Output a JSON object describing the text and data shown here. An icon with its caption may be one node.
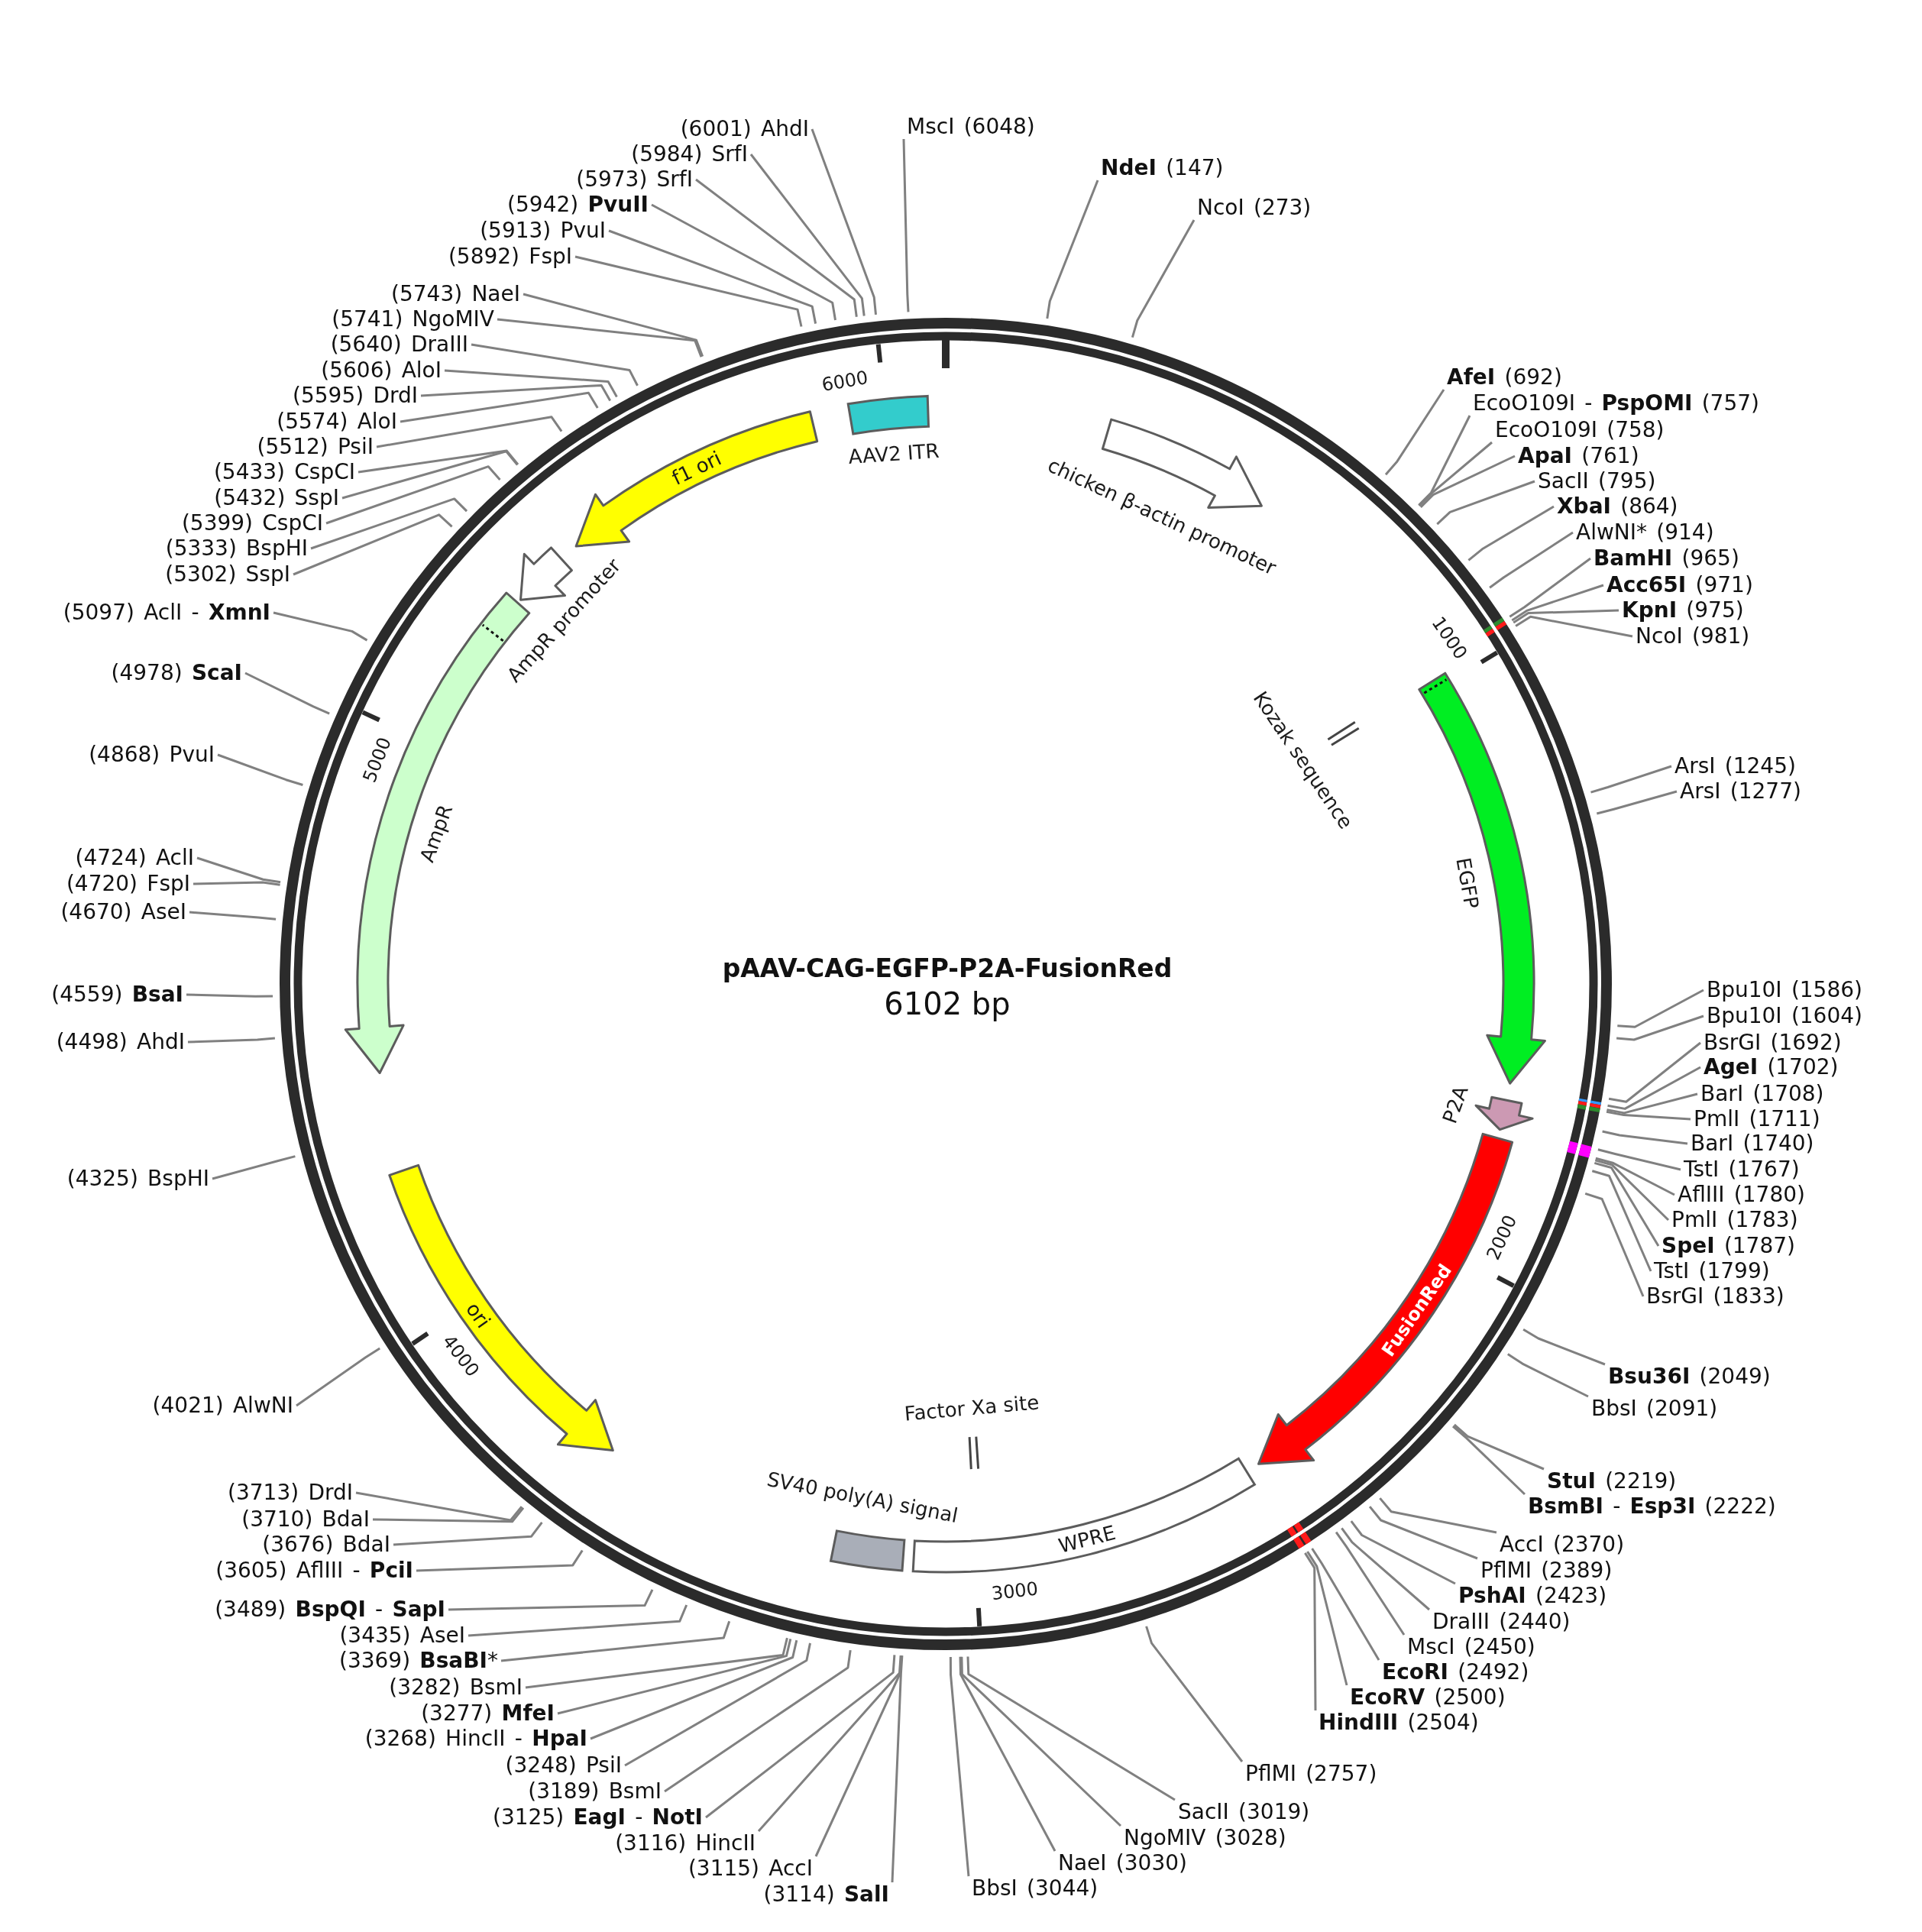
{
  "diagram": {
    "title": "pAAV-CAG-EGFP-P2A-FusionRed",
    "nodes": [
      {
        "text": [
          "**NdeI** (147)"
        ]
      },
      {
        "text": [
          "NcoI (273)"
        ]
      },
      {
        "text": [
          "**AfeI** (692)"
        ]
      },
      {
        "text": [
          "EcoO109I - **PspOMI** (757)"
        ]
      },
      {
        "text": [
          "EcoO109I (758)"
        ]
      },
      {
        "text": [
          "**ApaI** (761)"
        ]
      },
      {
        "text": [
          "SacII (795)"
        ]
      },
      {
        "text": [
          "**XbaI** (864)"
        ]
      },
      {
        "text": [
          "AlwNI* (914)"
        ]
      },
      {
        "text": [
          "**BamHI** (965)"
        ]
      },
      {
        "text": [
          "**Acc65I** (971)"
        ]
      },
      {
        "text": [
          "**KpnI** (975)"
        ]
      },
      {
        "text": [
          "NcoI (981)"
        ]
      },
      {
        "text": [
          "ArsI (1245)"
        ]
      },
      {
        "text": [
          "ArsI (1277)"
        ]
      },
      {
        "text": [
          "Bpu10I (1586)"
        ]
      },
      {
        "text": [
          "Bpu10I (1604)"
        ]
      },
      {
        "text": [
          "BsrGI (1692)"
        ]
      },
      {
        "text": [
          "**AgeI** (1702)"
        ]
      },
      {
        "text": [
          "BarI (1708)"
        ]
      },
      {
        "text": [
          "PmlI (1711)"
        ]
      },
      {
        "text": [
          "BarI (1740)"
        ]
      },
      {
        "text": [
          "TstI (1767)"
        ]
      },
      {
        "text": [
          "AflIII (1780)"
        ]
      },
      {
        "text": [
          "PmlI (1783)"
        ]
      },
      {
        "text": [
          "**SpeI** (1787)"
        ]
      },
      {
        "text": [
          "TstI (1799)"
        ]
      },
      {
        "text": [
          "BsrGI (1833)"
        ]
      },
      {
        "text": [
          "**Bsu36I** (2049)"
        ]
      },
      {
        "text": [
          "BbsI (2091)"
        ]
      },
      {
        "text": [
          "**StuI** (2219)"
        ]
      },
      {
        "text": [
          "**BsmBI** - **Esp3I** (2222)"
        ]
      },
      {
        "text": [
          "AccI (2370)"
        ]
      },
      {
        "text": [
          "PflMI (2389)"
        ]
      },
      {
        "text": [
          "**PshAI** (2423)"
        ]
      },
      {
        "text": [
          "DraIII (2440)"
        ]
      },
      {
        "text": [
          "MscI (2450)"
        ]
      },
      {
        "text": [
          "**EcoRI** (2492)"
        ]
      },
      {
        "text": [
          "**EcoRV** (2500)"
        ]
      },
      {
        "text": [
          "**HindIII** (2504)"
        ]
      },
      {
        "text": [
          "PflMI (2757)"
        ]
      },
      {
        "text": [
          "SacII (3019)"
        ]
      },
      {
        "text": [
          "NgoMIV (3028)"
        ]
      },
      {
        "text": [
          "NaeI (3030)"
        ]
      },
      {
        "text": [
          "BbsI (3044)"
        ]
      },
      {
        "text": [
          "(3114) **SalI**"
        ]
      },
      {
        "text": [
          "(3115) AccI"
        ]
      },
      {
        "text": [
          "(3116) HincII"
        ]
      },
      {
        "text": [
          "(3125) **EagI** - **NotI**"
        ]
      },
      {
        "text": [
          "(3189) BsmI"
        ]
      },
      {
        "text": [
          "(3248) PsiI"
        ]
      },
      {
        "text": [
          "(3268) HincII - **HpaI**"
        ]
      },
      {
        "text": [
          "(3277) **MfeI**"
        ]
      },
      {
        "text": [
          "(3282) BsmI"
        ]
      },
      {
        "text": [
          "(3369) **BsaBI***"
        ]
      },
      {
        "text": [
          "(3435) AseI"
        ]
      },
      {
        "text": [
          "(3489) **BspQI** - **SapI**"
        ]
      },
      {
        "text": [
          "(3605) AflIII - **PciI**"
        ]
      },
      {
        "text": [
          "(3676) BdaI"
        ]
      },
      {
        "text": [
          "(3710) BdaI"
        ]
      },
      {
        "text": [
          "(3713) DrdI"
        ]
      },
      {
        "text": [
          "(4021) AlwNI"
        ]
      },
      {
        "text": [
          "(4325) BspHI"
        ]
      },
      {
        "text": [
          "(4498) AhdI"
        ]
      },
      {
        "text": [
          "(4559) **BsaI**"
        ]
      },
      {
        "text": [
          "(4670) AseI"
        ]
      },
      {
        "text": [
          "(4720) FspI"
        ]
      },
      {
        "text": [
          "(4724) AclI"
        ]
      },
      {
        "text": [
          "(4868) PvuI"
        ]
      },
      {
        "text": [
          "(4978) **ScaI**"
        ]
      },
      {
        "text": [
          "(5097) AclI - **XmnI**"
        ]
      },
      {
        "text": [
          "(5302) SspI"
        ]
      },
      {
        "text": [
          "(5333) BspHI"
        ]
      },
      {
        "text": [
          "(5399) CspCI"
        ]
      },
      {
        "text": [
          "(5432) SspI"
        ]
      },
      {
        "text": [
          "(5433) CspCI"
        ]
      },
      {
        "text": [
          "(5512) PsiI"
        ]
      },
      {
        "text": [
          "(5574) AloI"
        ]
      },
      {
        "text": [
          "(5595) DrdI"
        ]
      },
      {
        "text": [
          "(5606) AloI"
        ]
      },
      {
        "text": [
          "(5640) DraIII"
        ]
      },
      {
        "text": [
          "(5741) NgoMIV"
        ]
      },
      {
        "text": [
          "(5743) NaeI"
        ]
      },
      {
        "text": [
          "(5892) FspI"
        ]
      },
      {
        "text": [
          "(5913) PvuI"
        ]
      },
      {
        "text": [
          "(5942) **PvuII**"
        ]
      },
      {
        "text": [
          "(5973) SrfI"
        ]
      },
      {
        "text": [
          "(5984) SrfI"
        ]
      },
      {
        "text": [
          "(6001) AhdI"
        ]
      },
      {
        "text": [
          "MscI (6048)"
        ]
      },
      {
        "text": [],
        "shape": "arrow",
        "beside": [
          "chicken β-actin promoter"
        ]
      },
      {
        "text": [],
        "shape": "bar",
        "beside": [
          "Kozak sequence"
        ]
      },
      {
        "text": [],
        "shape": "arrow",
        "beside": [
          "EGFP"
        ]
      },
      {
        "text": [],
        "shape": "arrow",
        "beside": [
          "P2A"
        ]
      },
      {
        "text": [
          "FusionRed"
        ]
      },
      {
        "text": [
          "WPRE"
        ]
      },
      {
        "text": [],
        "shape": "bar",
        "beside": [
          "Factor Xa site"
        ]
      },
      {
        "text": [],
        "shape": "box",
        "beside": [
          "SV40 poly(A) signal"
        ]
      },
      {
        "text": [
          "ori"
        ]
      },
      {
        "text": [],
        "shape": "arrow",
        "beside": [
          "AmpR"
        ]
      },
      {
        "text": [],
        "shape": "arrow",
        "beside": [
          "AmpR promoter"
        ]
      },
      {
        "text": [
          "f1 ori"
        ]
      },
      {
        "text": [],
        "shape": "box",
        "beside": [
          "AAV2 ITR"
        ]
      }
    ],
    "edges": [
      {
        "from": 0,
        "to": null,
        "arrow": "none"
      },
      {
        "from": 1,
        "to": null,
        "arrow": "none"
      },
      {
        "from": 2,
        "to": null,
        "arrow": "none"
      },
      {
        "from": 3,
        "to": null,
        "arrow": "none"
      },
      {
        "from": 4,
        "to": null,
        "arrow": "none"
      },
      {
        "from": 5,
        "to": null,
        "arrow": "none"
      },
      {
        "from": 6,
        "to": null,
        "arrow": "none"
      },
      {
        "from": 7,
        "to": null,
        "arrow": "none"
      },
      {
        "from": 8,
        "to": null,
        "arrow": "none"
      },
      {
        "from": 9,
        "to": null,
        "arrow": "none"
      },
      {
        "from": 10,
        "to": null,
        "arrow": "none"
      },
      {
        "from": 11,
        "to": null,
        "arrow": "none"
      },
      {
        "from": 12,
        "to": null,
        "arrow": "none"
      },
      {
        "from": 13,
        "to": null,
        "arrow": "none"
      },
      {
        "from": 14,
        "to": null,
        "arrow": "none"
      },
      {
        "from": 15,
        "to": null,
        "arrow": "none"
      },
      {
        "from": 16,
        "to": null,
        "arrow": "none"
      },
      {
        "from": 17,
        "to": null,
        "arrow": "none"
      },
      {
        "from": 18,
        "to": null,
        "arrow": "none"
      },
      {
        "from": 19,
        "to": null,
        "arrow": "none"
      },
      {
        "from": 20,
        "to": null,
        "arrow": "none"
      },
      {
        "from": 21,
        "to": null,
        "arrow": "none"
      },
      {
        "from": 22,
        "to": null,
        "arrow": "none"
      },
      {
        "from": 23,
        "to": null,
        "arrow": "none"
      },
      {
        "from": 24,
        "to": null,
        "arrow": "none"
      },
      {
        "from": 25,
        "to": null,
        "arrow": "none"
      },
      {
        "from": 26,
        "to": null,
        "arrow": "none"
      },
      {
        "from": 27,
        "to": null,
        "arrow": "none"
      },
      {
        "from": 28,
        "to": null,
        "arrow": "none"
      },
      {
        "from": 29,
        "to": null,
        "arrow": "none"
      },
      {
        "from": 30,
        "to": null,
        "arrow": "none"
      },
      {
        "from": 31,
        "to": null,
        "arrow": "none"
      },
      {
        "from": 32,
        "to": null,
        "arrow": "none"
      },
      {
        "from": 33,
        "to": null,
        "arrow": "none"
      },
      {
        "from": 34,
        "to": null,
        "arrow": "none"
      },
      {
        "from": 35,
        "to": null,
        "arrow": "none"
      },
      {
        "from": 36,
        "to": null,
        "arrow": "none"
      },
      {
        "from": 37,
        "to": null,
        "arrow": "none"
      },
      {
        "from": 38,
        "to": null,
        "arrow": "none"
      },
      {
        "from": 39,
        "to": null,
        "arrow": "none"
      },
      {
        "from": 40,
        "to": null,
        "arrow": "none"
      },
      {
        "from": 41,
        "to": null,
        "arrow": "none"
      },
      {
        "from": 42,
        "to": null,
        "arrow": "none"
      },
      {
        "from": 43,
        "to": null,
        "arrow": "none"
      },
      {
        "from": 44,
        "to": null,
        "arrow": "none"
      },
      {
        "from": 45,
        "to": null,
        "arrow": "none"
      },
      {
        "from": 46,
        "to": null,
        "arrow": "none"
      },
      {
        "from": 47,
        "to": null,
        "arrow": "none"
      },
      {
        "from": 48,
        "to": null,
        "arrow": "none"
      },
      {
        "from": 49,
        "to": null,
        "arrow": "none"
      },
      {
        "from": 50,
        "to": null,
        "arrow": "none"
      },
      {
        "from": 51,
        "to": null,
        "arrow": "none"
      },
      {
        "from": 52,
        "to": null,
        "arrow": "none"
      },
      {
        "from": 53,
        "to": null,
        "arrow": "none"
      },
      {
        "from": 54,
        "to": null,
        "arrow": "none"
      },
      {
        "from": 55,
        "to": null,
        "arrow": "none"
      },
      {
        "from": 56,
        "to": null,
        "arrow": "none"
      },
      {
        "from": 57,
        "to": null,
        "arrow": "none"
      },
      {
        "from": 58,
        "to": null,
        "arrow": "none"
      },
      {
        "from": 59,
        "to": null,
        "arrow": "none"
      },
      {
        "from": 60,
        "to": null,
        "arrow": "none"
      },
      {
        "from": 61,
        "to": null,
        "arrow": "none"
      },
      {
        "from": 62,
        "to": null,
        "arrow": "none"
      },
      {
        "from": 63,
        "to": null,
        "arrow": "none"
      },
      {
        "from": 64,
        "to": null,
        "arrow": "none"
      },
      {
        "from": 65,
        "to": null,
        "arrow": "none"
      },
      {
        "from": 66,
        "to": null,
        "arrow": "none"
      },
      {
        "from": 67,
        "to": null,
        "arrow": "none"
      },
      {
        "from": 68,
        "to": null,
        "arrow": "none"
      },
      {
        "from": 69,
        "to": null,
        "arrow": "none"
      },
      {
        "from": 70,
        "to": null,
        "arrow": "none"
      },
      {
        "from": 71,
        "to": null,
        "arrow": "none"
      },
      {
        "from": 72,
        "to": null,
        "arrow": "none"
      },
      {
        "from": 73,
        "to": null,
        "arrow": "none"
      },
      {
        "from": 74,
        "to": null,
        "arrow": "none"
      },
      {
        "from": 75,
        "to": null,
        "arrow": "none"
      },
      {
        "from": 76,
        "to": null,
        "arrow": "none"
      },
      {
        "from": 77,
        "to": null,
        "arrow": "none"
      },
      {
        "from": 78,
        "to": null,
        "arrow": "none"
      },
      {
        "from": 79,
        "to": null,
        "arrow": "none"
      },
      {
        "from": 80,
        "to": null,
        "arrow": "none"
      },
      {
        "from": 81,
        "to": null,
        "arrow": "none"
      },
      {
        "from": 82,
        "to": null,
        "arrow": "none"
      },
      {
        "from": 83,
        "to": null,
        "arrow": "none"
      },
      {
        "from": 84,
        "to": null,
        "arrow": "none"
      },
      {
        "from": 85,
        "to": null,
        "arrow": "none"
      },
      {
        "from": 86,
        "to": null,
        "arrow": "none"
      },
      {
        "from": 87,
        "to": null,
        "arrow": "none"
      },
      {
        "from": 88,
        "to": null,
        "arrow": "none"
      },
      {
        "from": 89,
        "to": null,
        "arrow": "none"
      }
    ],
    "labels": [
      "6000",
      "1000",
      "5000",
      "6102 bp",
      "2000",
      "4000",
      "3000"
    ]
  }
}
